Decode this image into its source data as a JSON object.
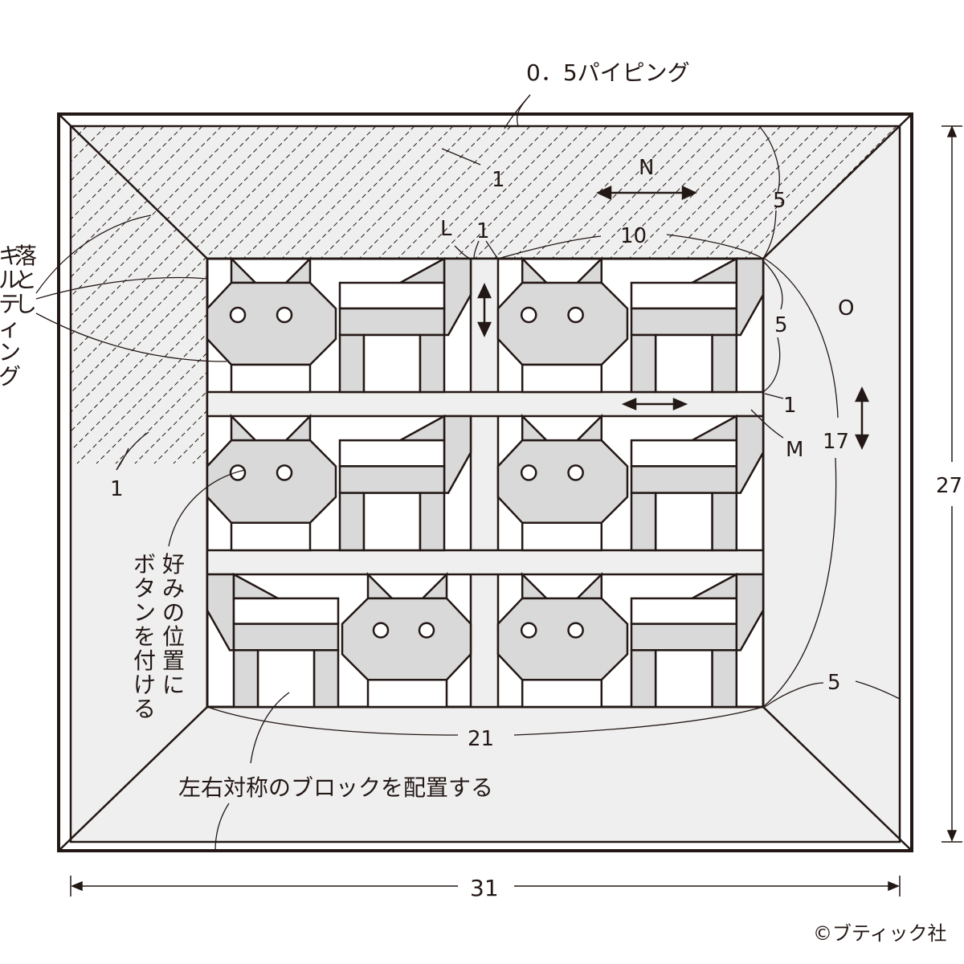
{
  "labels": {
    "piping": "0．5パイピング",
    "piping_width": "1",
    "N": "N",
    "border_width_top": "5",
    "L": "L",
    "sash_width": "1",
    "block_width": "10",
    "O": "O",
    "block_height": "5",
    "row_sash": "1",
    "M": "M",
    "inner_height": "17",
    "outer_height": "27",
    "drop_quilting": "落とし キルティング",
    "quilt_spacing": "1",
    "button_note": "好みの位置に ボタンを付ける",
    "border_width_bottom": "5",
    "inner_width": "21",
    "mirror_note": "左右対称のブロックを配置する",
    "outer_width": "31",
    "copyright": "©ブティック社"
  },
  "colors": {
    "line": "#231815",
    "gray": "#d9d9d9",
    "light": "#efefef",
    "white": "#ffffff"
  }
}
